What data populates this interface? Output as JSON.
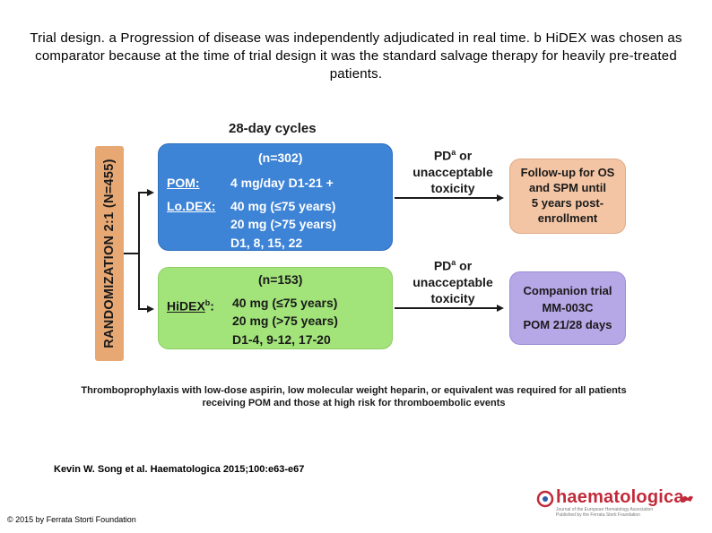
{
  "caption": "Trial design. a Progression of disease was independently adjudicated in real time. b HiDEX was chosen as comparator because at the time of trial design it was the standard salvage therapy for heavily pre-treated patients.",
  "diagram": {
    "randomization_label": "RANDOMIZATION 2:1 (N=455)",
    "cycles_label": "28-day cycles",
    "pom_arm": {
      "n": "(n=302)",
      "pom_label": "POM:",
      "pom_dose": "4 mg/day D1-21 +",
      "lodex_label": "Lo.DEX:",
      "lodex_dose1": "40 mg (≤75 years)",
      "lodex_dose2": "20 mg (>75 years)",
      "lodex_days": "D1, 8, 15, 22"
    },
    "hidex_arm": {
      "n": "(n=153)",
      "hidex_label": "HiDEX",
      "hidex_sup": "b",
      "hidex_colon": ":",
      "dose1": "40 mg (≤75 years)",
      "dose2": "20 mg (>75 years)",
      "days": "D1-4, 9-12, 17-20"
    },
    "progression_top": {
      "pd": "PD",
      "pd_sup": "a",
      "or": " or",
      "line2": "unacceptable",
      "line3": "toxicity"
    },
    "progression_bottom": {
      "pd": "PD",
      "pd_sup": "a",
      "or": " or",
      "line2": "unacceptable",
      "line3": "toxicity"
    },
    "followup": {
      "line1": "Follow-up for OS",
      "line2": "and SPM until",
      "line3": "5 years post-",
      "line4": "enrollment"
    },
    "companion": {
      "line1": "Companion trial",
      "line2": "MM-003C",
      "line3": "POM 21/28 days"
    },
    "footnote_line1": "Thromboprophylaxis with low-dose aspirin, low molecular weight heparin, or equivalent was required for all patients",
    "footnote_line2": "receiving POM and those at high risk for thromboembolic events"
  },
  "citation": "Kevin W. Song et al. Haematologica 2015;100:e63-e67",
  "copyright": "© 2015 by Ferrata Storti Foundation",
  "logo": {
    "name": "haematologica",
    "sub1": "Journal of the European Hematology Association",
    "sub2": "Published by the Ferrata Storti Foundation"
  }
}
